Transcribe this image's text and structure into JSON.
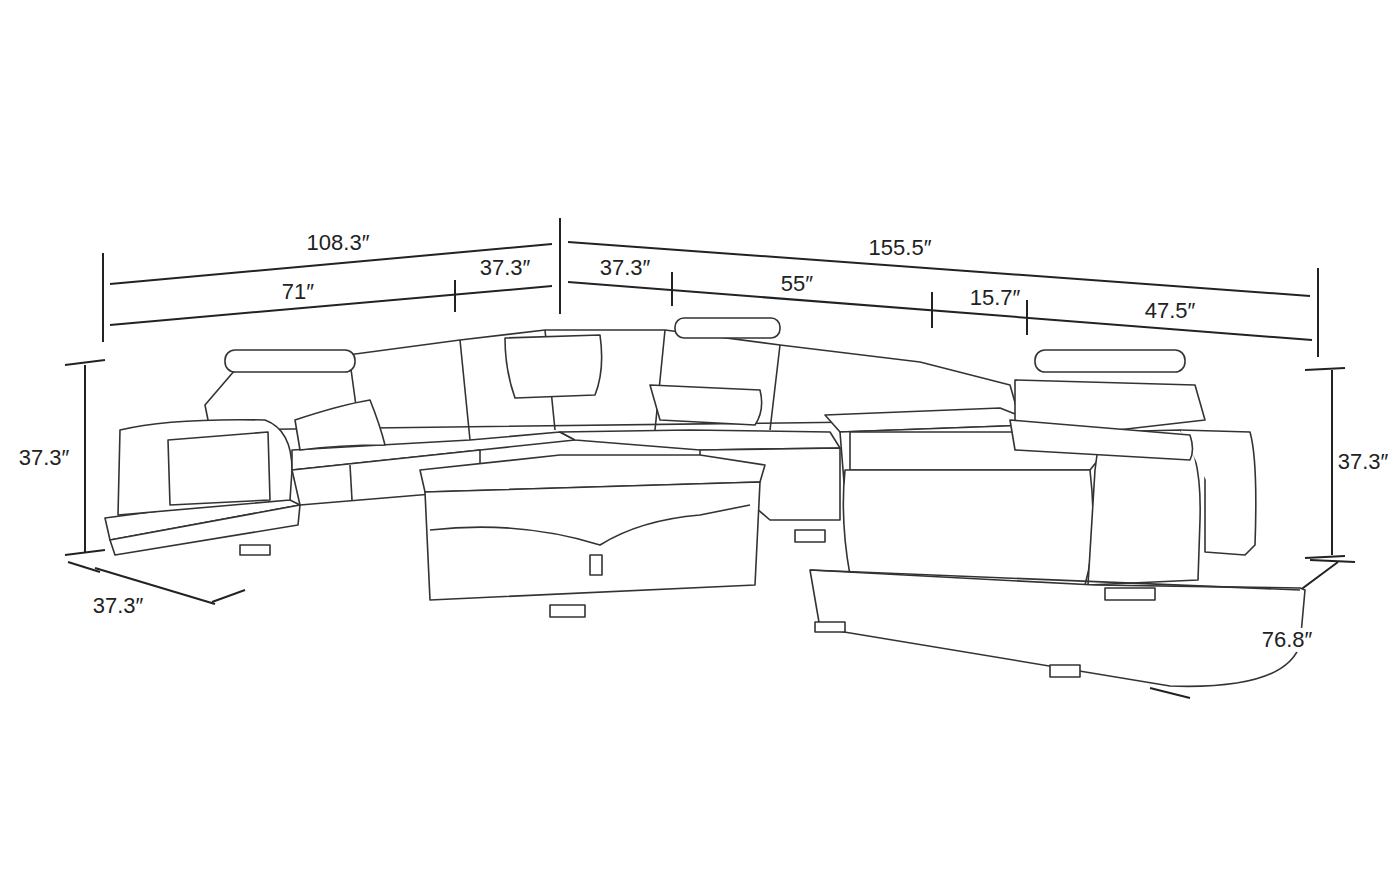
{
  "diagram": {
    "labels": [
      "108.3″",
      "155.5″",
      "71″",
      "37.3″",
      "37.3″",
      "55″",
      "15.7″",
      "47.5″",
      "37.3″",
      "37.3″",
      "37.3″",
      "76.8″"
    ]
  }
}
